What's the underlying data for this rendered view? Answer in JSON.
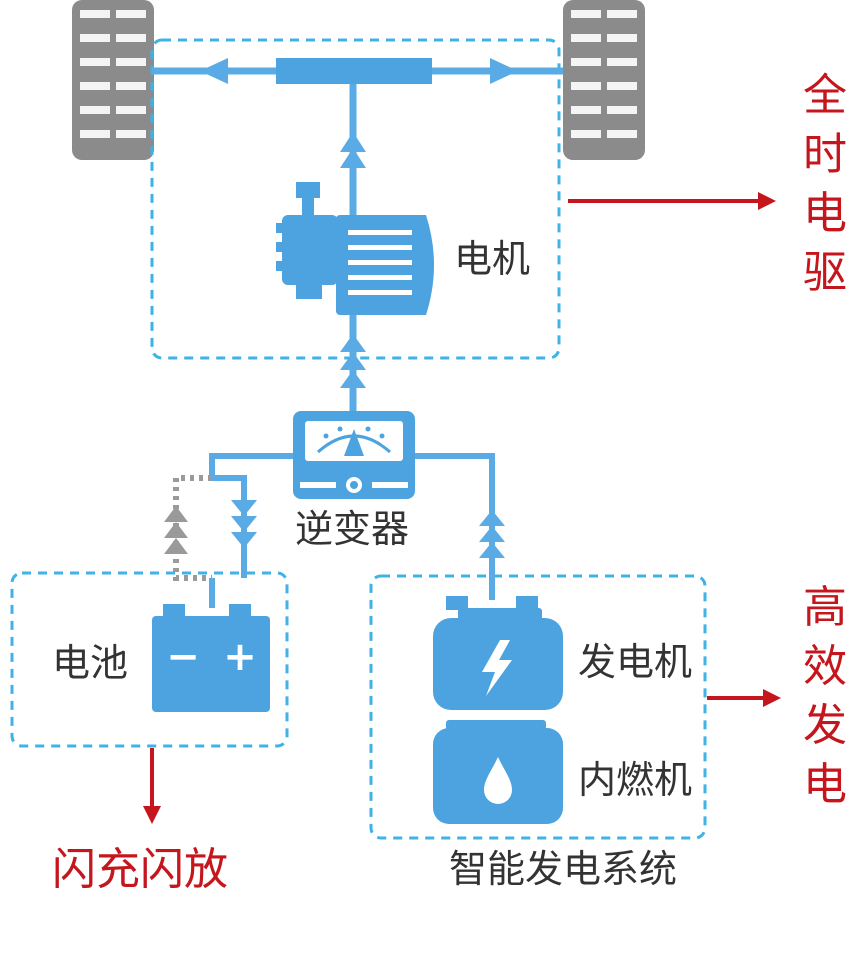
{
  "colors": {
    "line": "#5aabe5",
    "component": "#4da3e0",
    "dashed_box": "#3fb2e6",
    "accent_red": "#c4161c",
    "text": "#333333",
    "tire": "#8b8b8b",
    "battery_loop": "#9a9a9a"
  },
  "labels": {
    "motor": "电机",
    "inverter": "逆变器",
    "battery": "电池",
    "generator": "发电机",
    "engine": "内燃机",
    "system": "智能发电系统"
  },
  "callouts": {
    "full_electric": "全时电驱",
    "efficient_generation": "高效发电",
    "flash_charge": "闪充闪放"
  },
  "icons": {
    "battery_minus": "−",
    "battery_plus": "+",
    "generator": "lightning-icon",
    "engine": "fuel-drop-icon"
  }
}
